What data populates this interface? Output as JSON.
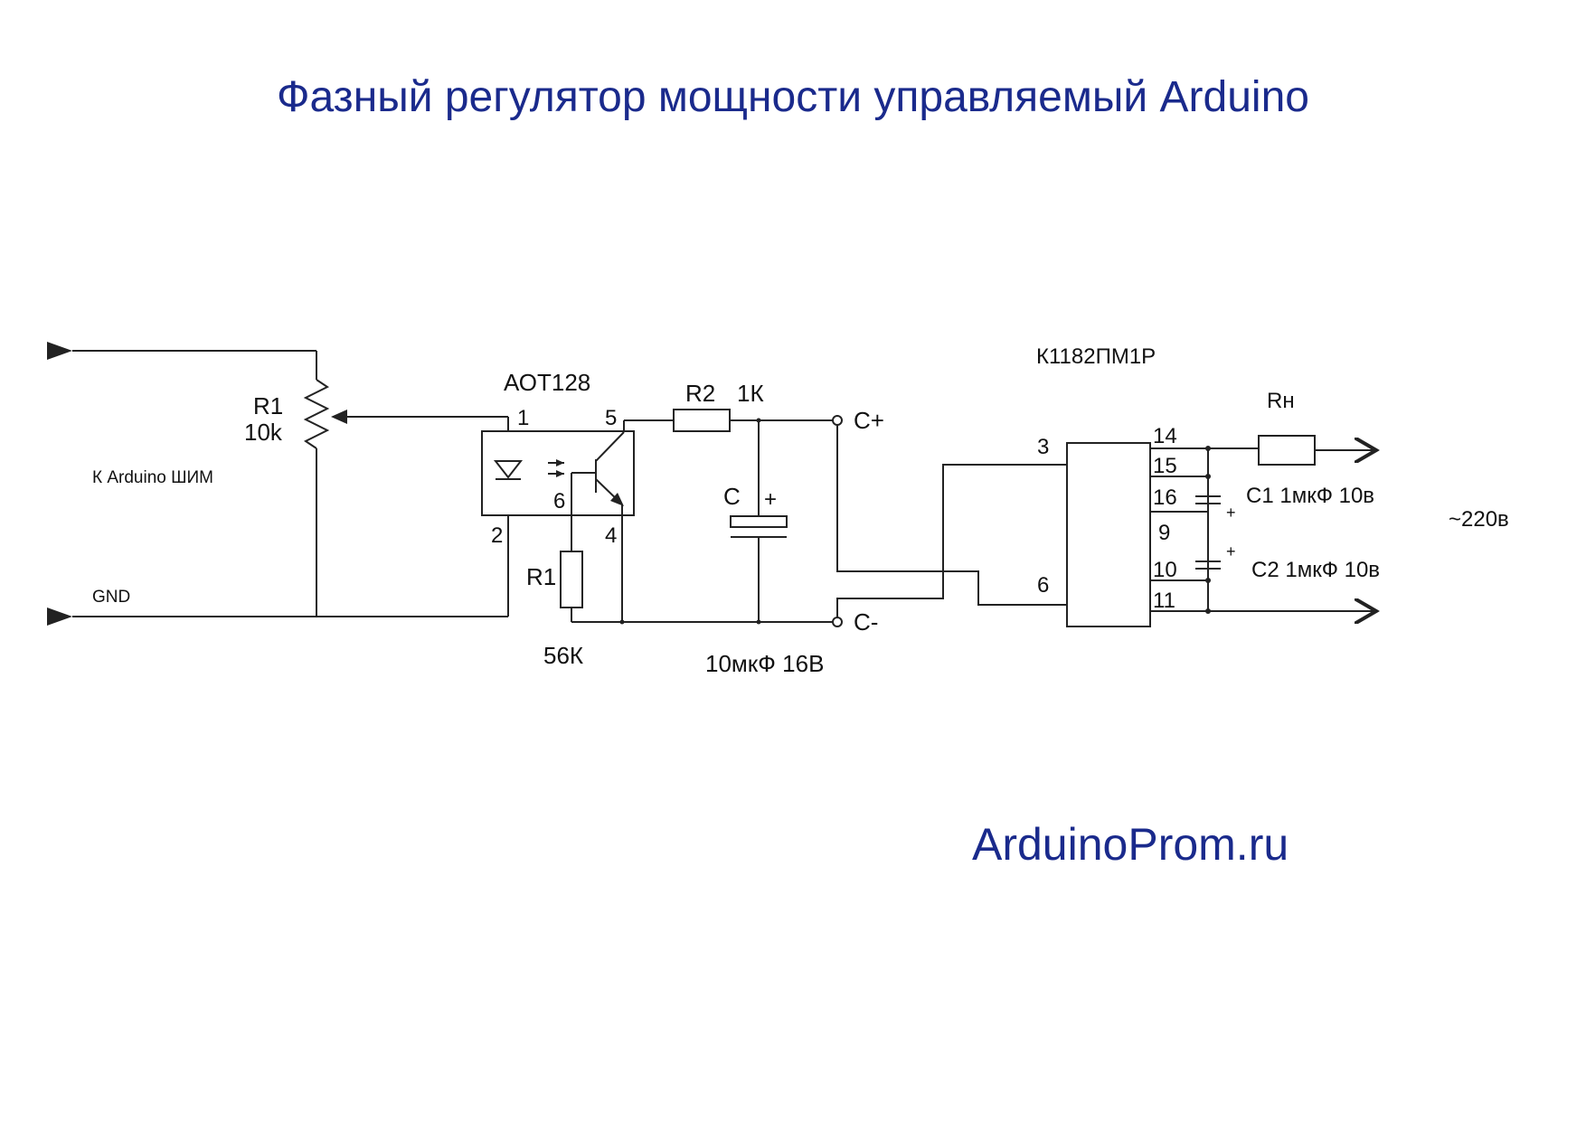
{
  "title": "Фазный регулятор мощности управляемый Arduino",
  "footer": "ArduinoProm.ru",
  "colors": {
    "title": "#1a2a8c",
    "lines": "#222222"
  },
  "labels": {
    "pot_name": "R1",
    "pot_value": "10k",
    "pwm_input": "К Arduino ШИМ",
    "gnd": "GND",
    "optocoupler": "АОТ128",
    "opto_pin1": "1",
    "opto_pin2": "2",
    "opto_pin4": "4",
    "opto_pin5": "5",
    "opto_pin6": "6",
    "r2_name": "R2",
    "r2_value": "1К",
    "cap_name": "С",
    "cap_plus": "+",
    "cap_value": "10мкФ 16В",
    "r1b_name": "R1",
    "r1b_value": "56К",
    "term_cplus": "С+",
    "term_cminus": "С-",
    "ic_name": "К1182ПМ1Р",
    "ic_pin3": "3",
    "ic_pin6": "6",
    "ic_pin14": "14",
    "ic_pin15": "15",
    "ic_pin16": "16",
    "ic_pin9": "9",
    "ic_pin10": "10",
    "ic_pin11": "11",
    "load_name": "Rн",
    "c1_label": "С1 1мкФ 10в",
    "c2_label": "С2 1мкФ 10в",
    "c1_plus": "+",
    "c2_plus": "+",
    "mains": "~220в"
  }
}
